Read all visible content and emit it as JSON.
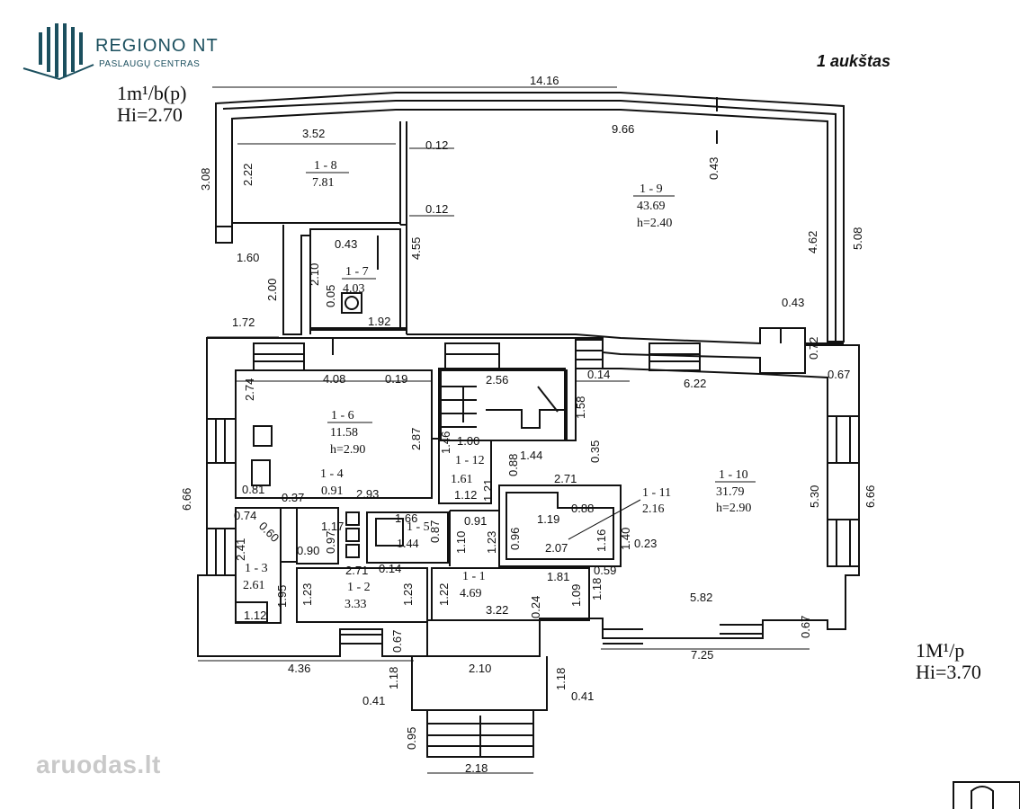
{
  "logo": {
    "title": "REGIONO NT",
    "subtitle": "PASLAUGŲ CENTRAS"
  },
  "floor_label": "1 aukštas",
  "annotations": {
    "top_left": {
      "line1": "1m¹/b(p)",
      "line2": "Hi=2.70"
    },
    "bottom_right": {
      "line1": "1M¹/p",
      "line2": "Hi=3.70"
    }
  },
  "watermark": "aruodas.lt",
  "rooms": {
    "r18": {
      "id": "1 - 8",
      "area": "7.81"
    },
    "r19": {
      "id": "1 - 9",
      "area": "43.69",
      "height": "h=2.40"
    },
    "r17": {
      "id": "1 - 7",
      "area": "4.03"
    },
    "r16": {
      "id": "1 - 6",
      "area": "11.58",
      "height": "h=2.90"
    },
    "r112": {
      "id": "1 - 12",
      "area": "1.61"
    },
    "r14": {
      "id": "1 - 4",
      "area": "0.91"
    },
    "r15": {
      "id": "1 - 5",
      "area": "1.44"
    },
    "r13": {
      "id": "1 - 3",
      "area": "2.61"
    },
    "r12": {
      "id": "1 - 2",
      "area": "3.33"
    },
    "r11": {
      "id": "1 - 1",
      "area": "4.69"
    },
    "r111": {
      "id": "1 - 11",
      "area": "2.16"
    },
    "r110": {
      "id": "1 - 10",
      "area": "31.79",
      "height": "h=2.90"
    }
  },
  "dimensions": {
    "d1416": "14.16",
    "d352": "3.52",
    "d966": "9.66",
    "d308": "3.08",
    "d222": "2.22",
    "d012a": "0.12",
    "d012b": "0.12",
    "d043a": "0.43",
    "d462": "4.62",
    "d508": "5.08",
    "d160": "1.60",
    "d200": "2.00",
    "d043b": "0.43",
    "d455": "4.55",
    "d210": "2.10",
    "d005": "0.05",
    "d192": "1.92",
    "d172": "1.72",
    "d043c": "0.43",
    "d072": "0.72",
    "d067a": "0.67",
    "d408": "4.08",
    "d019": "0.19",
    "d256": "2.56",
    "d014a": "0.14",
    "d622": "6.22",
    "d274": "2.74",
    "d158": "1.58",
    "d287": "2.87",
    "d146": "1.46",
    "d100": "1.00",
    "d035": "0.35",
    "d088a": "0.88",
    "d144": "1.44",
    "d271a": "2.71",
    "d530": "5.30",
    "d666a": "6.66",
    "d666b": "6.66",
    "d081": "0.81",
    "d037": "0.37",
    "d293": "2.93",
    "d112a": "1.12",
    "d121": "1.21",
    "d088b": "0.88",
    "d074": "0.74",
    "d117": "1.17",
    "d166": "1.66",
    "d091": "0.91",
    "d096": "0.96",
    "d119": "1.19",
    "d060": "0.60",
    "d241": "2.41",
    "d090": "0.90",
    "d097": "0.97",
    "d087": "0.87",
    "d110": "1.10",
    "d123a": "1.23",
    "d207": "2.07",
    "d116": "1.16",
    "d140": "1.40",
    "d023": "0.23",
    "d271b": "2.71",
    "d014b": "0.14",
    "d181": "1.81",
    "d059": "0.59",
    "d123b": "1.23",
    "d123c": "1.23",
    "d122": "1.22",
    "d024": "0.24",
    "d109": "1.09",
    "d118a": "1.18",
    "d195": "1.95",
    "d112b": "1.12",
    "d322": "3.22",
    "d582": "5.82",
    "d067b": "0.67",
    "d067c": "0.67",
    "d436": "4.36",
    "d725": "7.25",
    "d118b": "1.18",
    "d210b": "2.10",
    "d118c": "1.18",
    "d041a": "0.41",
    "d041b": "0.41",
    "d095": "0.95",
    "d218": "2.18"
  },
  "colors": {
    "line": "#111111",
    "brand": "#1b4f5e",
    "watermark": "#c9c9c9"
  }
}
